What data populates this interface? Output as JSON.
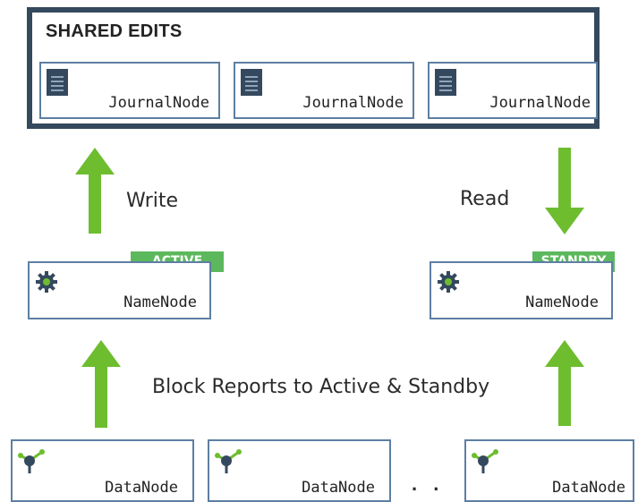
{
  "shared_edits": {
    "title": "SHARED EDITS",
    "journal_nodes": [
      "JournalNode",
      "JournalNode",
      "JournalNode"
    ]
  },
  "arrows": {
    "write_label": "Write",
    "read_label": "Read",
    "block_reports_label": "Block Reports to Active & Standby"
  },
  "namenodes": {
    "active": {
      "badge": "ACTIVE",
      "label": "NameNode"
    },
    "standby": {
      "badge": "STANDBY",
      "label": "NameNode"
    }
  },
  "datanodes": {
    "labels": [
      "DataNode",
      "DataNode",
      "DataNode"
    ],
    "ellipsis": ". ."
  },
  "colors": {
    "arrow": "#6dbd2f",
    "border_dark": "#34495e",
    "node_border": "#5d7fa3",
    "badge": "#5cb85c",
    "icon_dark": "#34495e"
  },
  "icons": {
    "journal": "document-icon",
    "namenode": "gear-icon",
    "datanode": "network-node-icon"
  }
}
